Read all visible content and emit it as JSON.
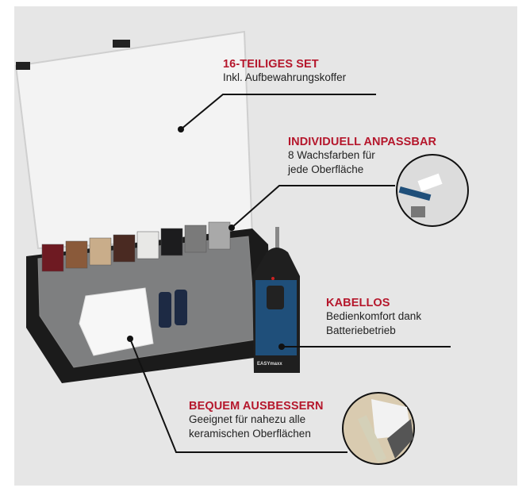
{
  "callouts": [
    {
      "title": "16-TEILIGES SET",
      "lines": [
        "Inkl. Aufbewahrungskoffer"
      ]
    },
    {
      "title": "INDIVIDUELL ANPASSBAR",
      "lines": [
        "8 Wachsfarben für",
        "jede Oberfläche"
      ]
    },
    {
      "title": "KABELLOS",
      "lines": [
        "Bedienkomfort dank",
        "Batteriebetrieb"
      ]
    },
    {
      "title": "BEQUEM AUSBESSERN",
      "lines": [
        "Geeignet für nahezu alle",
        "keramischen Oberflächen"
      ]
    }
  ],
  "device": {
    "brand": "EASYmaxx"
  },
  "colors": {
    "accent": "#b5172c",
    "background": "#e6e6e6",
    "device_blue": "#1f4f7a"
  },
  "wax_colors": [
    "#6e1a22",
    "#8a5a3a",
    "#c9ad8a",
    "#4a2a22",
    "#e8e8e6",
    "#1c1c1e",
    "#7a7a7a",
    "#a9a9a9"
  ]
}
